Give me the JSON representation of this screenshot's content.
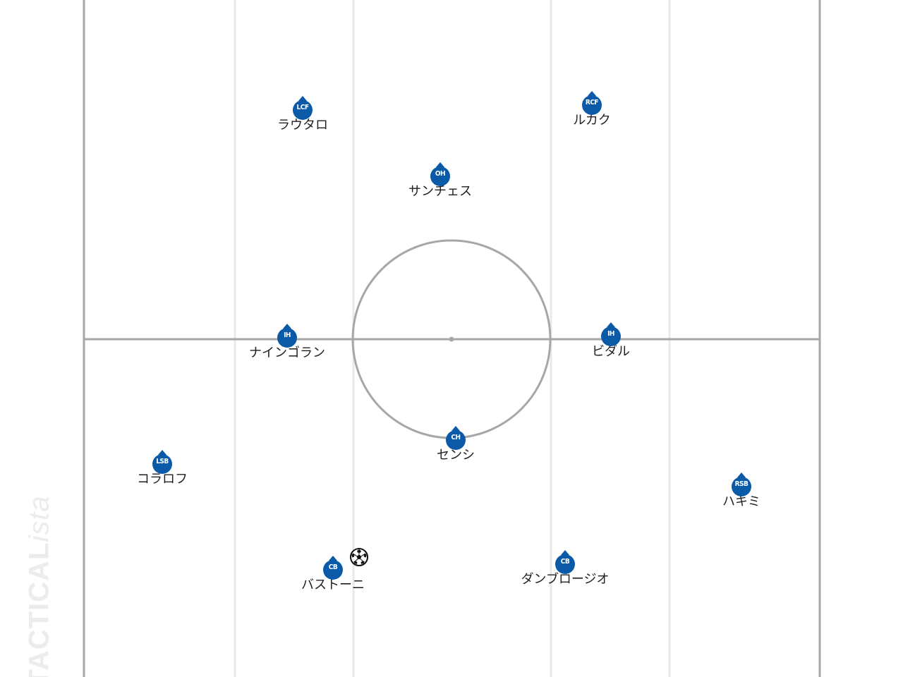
{
  "watermark": {
    "prefix": "TACTICAL",
    "suffix": "ista"
  },
  "colors": {
    "marker": "#0b5aa8",
    "marker_text": "#ffffff",
    "line_main": "#a7a7a7",
    "line_lane": "#e9e9e9",
    "text": "#1f1f1f"
  },
  "ball_icon": "soccer-ball-icon",
  "players": [
    {
      "role": "LCF",
      "name": "ラウタロ"
    },
    {
      "role": "RCF",
      "name": "ルカク"
    },
    {
      "role": "OH",
      "name": "サンチェス"
    },
    {
      "role": "IH",
      "name": "ナインゴラン"
    },
    {
      "role": "IH",
      "name": "ビダル"
    },
    {
      "role": "CH",
      "name": "センシ"
    },
    {
      "role": "LSB",
      "name": "コラロフ"
    },
    {
      "role": "RSB",
      "name": "ハキミ"
    },
    {
      "role": "CB",
      "name": "バストーニ"
    },
    {
      "role": "CB",
      "name": "ダンブロージオ"
    }
  ]
}
